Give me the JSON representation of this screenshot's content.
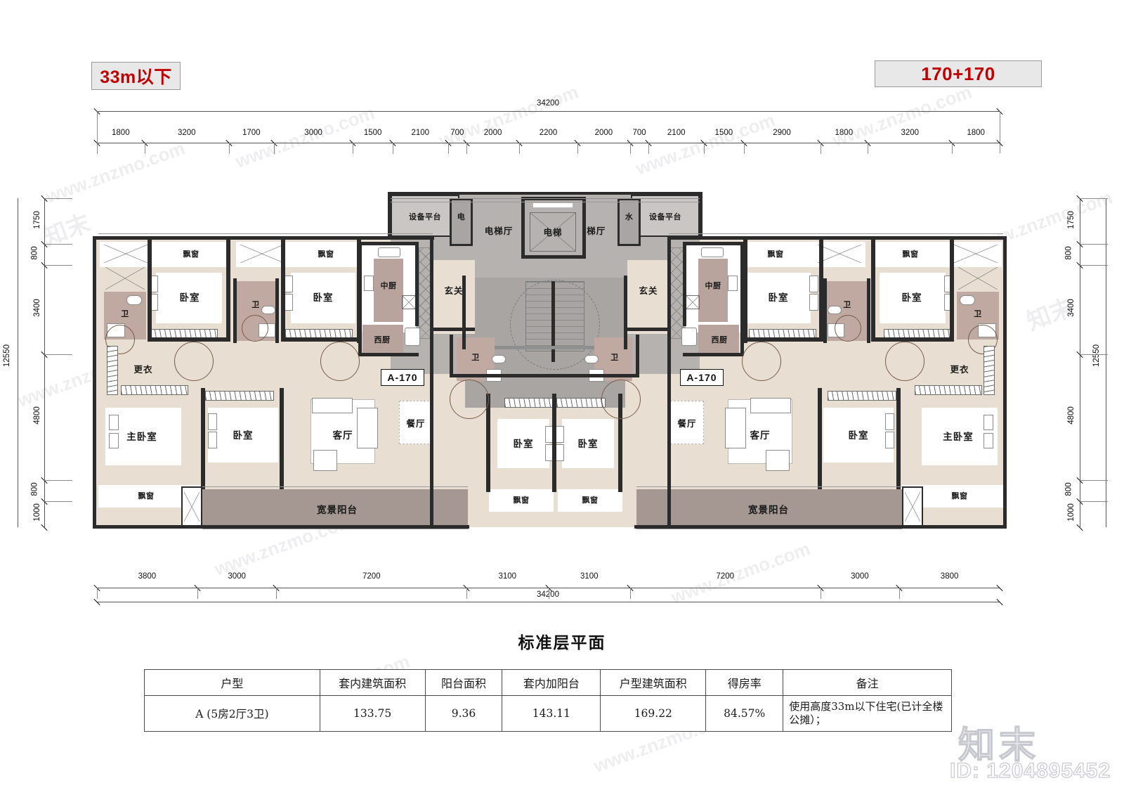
{
  "badges": {
    "height_limit": "33m以下",
    "type_code": "170+170"
  },
  "plan_title": "标准层平面",
  "unit_tag_left": "A-170",
  "unit_tag_right": "A-170",
  "dimensions": {
    "top_total": "34200",
    "bottom_total": "34200",
    "left_total": "12550",
    "right_total": "12550",
    "top_chain": [
      "1800",
      "3200",
      "1700",
      "3000",
      "1500",
      "2100",
      "700",
      "2000",
      "2200",
      "2000",
      "700",
      "2100",
      "1500",
      "2900",
      "1800",
      "3200",
      "1800"
    ],
    "bottom_chain": [
      "3800",
      "3000",
      "7200",
      "3100",
      "3100",
      "7200",
      "3000",
      "3800"
    ],
    "left_chain": [
      "1750",
      "800",
      "3400",
      "4800",
      "800",
      "1000"
    ],
    "right_chain": [
      "1750",
      "800",
      "3400",
      "4800",
      "800",
      "1000"
    ]
  },
  "rooms": {
    "bay_window": "飘窗",
    "bedroom": "卧室",
    "master_bedroom": "主卧室",
    "bathroom": "卫",
    "dressing": "更衣",
    "living": "客厅",
    "dining": "餐厅",
    "balcony": "宽景阳台",
    "kitchen_cn": "中厨",
    "kitchen_west": "西厨",
    "foyer": "玄关",
    "elevator_lobby": "电梯厅",
    "elevator": "电梯",
    "equipment_platform": "设备平台",
    "shaft_electric": "电",
    "shaft_water": "水"
  },
  "table": {
    "headers": [
      "户型",
      "套内建筑面积",
      "阳台面积",
      "套内加阳台",
      "户型建筑面积",
      "得房率",
      "备注"
    ],
    "rows": [
      {
        "unit_type": "A (5房2厅3卫)",
        "interior_area": "133.75",
        "balcony_area": "9.36",
        "interior_plus_balcony": "143.11",
        "gross_area": "169.22",
        "efficiency": "84.57%",
        "remark": "使用高度33m以下住宅(已计全楼公摊）；"
      }
    ]
  },
  "watermark": {
    "brand_cn": "知末",
    "id_text": "ID: 1204895452",
    "tile_text": "www.znzmo.com"
  },
  "colors": {
    "accent_red": "#b02020",
    "floor_fill": "#e8ded2",
    "core_grey": "#b5b2af",
    "bath_fill": "#bfa9a1",
    "balcony_fill": "#a59892",
    "wall": "#2b2b2b"
  }
}
